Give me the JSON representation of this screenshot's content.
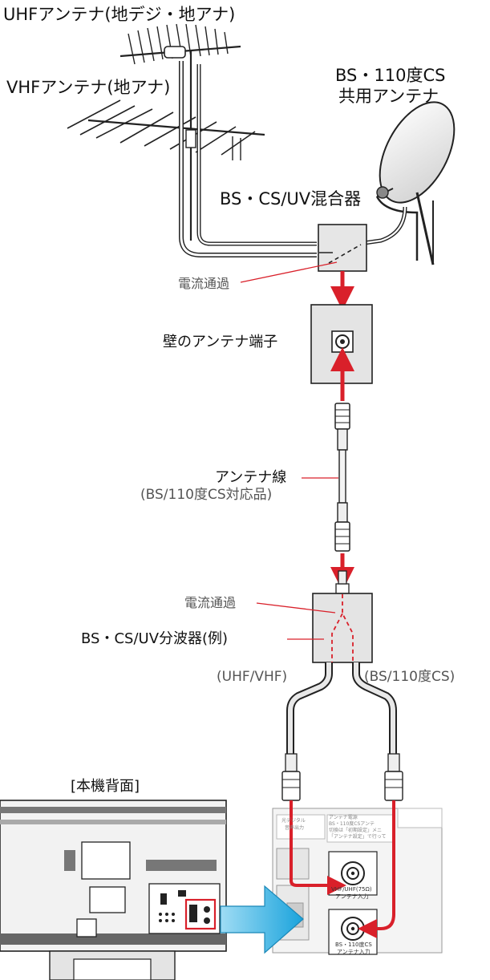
{
  "labels": {
    "uhf_antenna": "UHFアンテナ(地デジ・地アナ)",
    "vhf_antenna": "VHFアンテナ(地アナ)",
    "bs_antenna_line1": "BS・110度CS",
    "bs_antenna_line2": "共用アンテナ",
    "mixer": "BS・CS/UV混合器",
    "current_pass_1": "電流通過",
    "wall_terminal": "壁のアンテナ端子",
    "antenna_cable": "アンテナ線",
    "antenna_cable_note": "(BS/110度CS対応品)",
    "current_pass_2": "電流通過",
    "splitter": "BS・CS/UV分波器(例)",
    "split_uhf_vhf": "(UHF/VHF)",
    "split_bs_cs": "(BS/110度CS)",
    "rear_view": "[本機背面]"
  },
  "panel": {
    "vhf_input_line1": "VHF/UHF(75Ω)",
    "vhf_input_line2": "アンテナ入力",
    "bs_input_line1": "BS・110度CS",
    "bs_input_line2": "アンテナ入力",
    "optical_line1": "光デジタル",
    "optical_line2": "音声出力",
    "notice_lines": [
      "アンテナ電源",
      "BS・110度CSアンテ",
      "切換は「初期設定」メニ",
      "「アンテナ設定」で行って"
    ]
  },
  "colors": {
    "signal_arrow": "#d9202a",
    "connection_arrow": "#2ab0e0",
    "highlight_box": "#d9202a"
  }
}
